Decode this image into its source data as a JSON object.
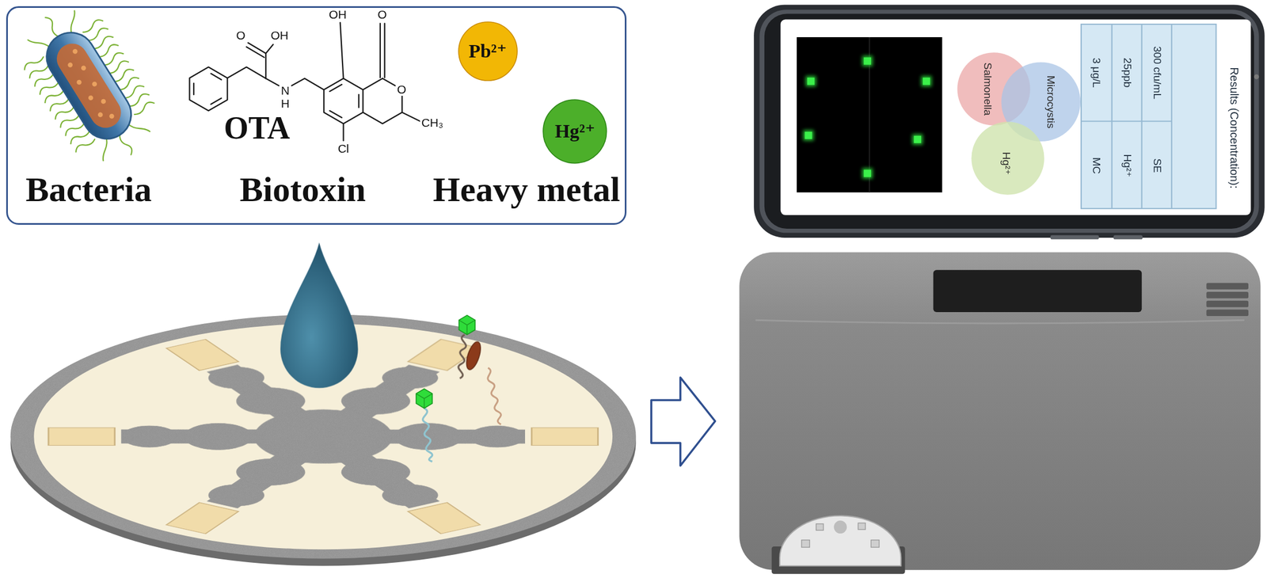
{
  "diagram": {
    "nodes": [
      {
        "text": [
          "Bacteria",
          "Biotoxin",
          "Heavy metal"
        ]
      },
      {
        "text": [
          "Pb²⁺"
        ],
        "in": 0
      },
      {
        "text": [
          "Hg²⁺"
        ],
        "in": 0
      },
      {
        "text": [
          "Salmonella"
        ]
      },
      {
        "text": [
          "Microcystis"
        ]
      },
      {
        "text": [
          "Hg²⁺"
        ]
      }
    ],
    "labels": [
      "OTA",
      "O",
      "OH",
      "N",
      "H",
      "OH",
      "O",
      "O",
      "Cl",
      "CH₃",
      "Results (Concentration):",
      "MC",
      "3 μg/L",
      "Hg²⁺",
      "25ppb",
      "SE",
      "300 cfu/mL"
    ]
  }
}
